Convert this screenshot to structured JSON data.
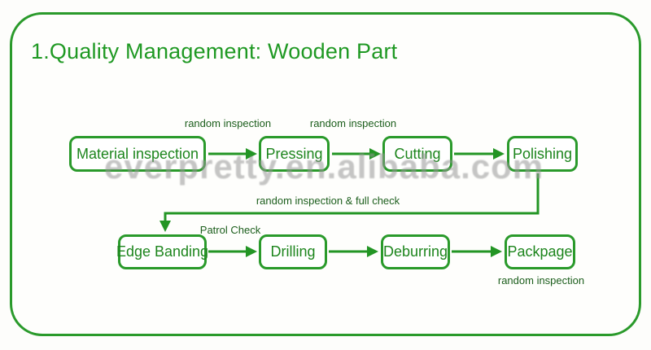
{
  "title": "1.Quality Management: Wooden Part",
  "watermark": "everpretty.en.alibaba.com",
  "colors": {
    "green_accent": "#2a9a2b",
    "box_text_green": "#1d851d",
    "annotation_green": "#1c5e1c",
    "watermark_gray": "#969696",
    "background": "#fdfdfb"
  },
  "flow": {
    "row1": [
      {
        "label": "Material inspection"
      },
      {
        "label": "Pressing"
      },
      {
        "label": "Cutting"
      },
      {
        "label": "Polishing"
      }
    ],
    "row2": [
      {
        "label": "Edge Banding"
      },
      {
        "label": "Drilling"
      },
      {
        "label": "Deburring"
      },
      {
        "label": "Packpage"
      }
    ],
    "annotations": {
      "inspection_1": "random inspection",
      "inspection_2": "random inspection",
      "full_check": "random inspection & full check",
      "patrol_check": "Patrol Check",
      "inspection_3": "random inspection"
    }
  }
}
